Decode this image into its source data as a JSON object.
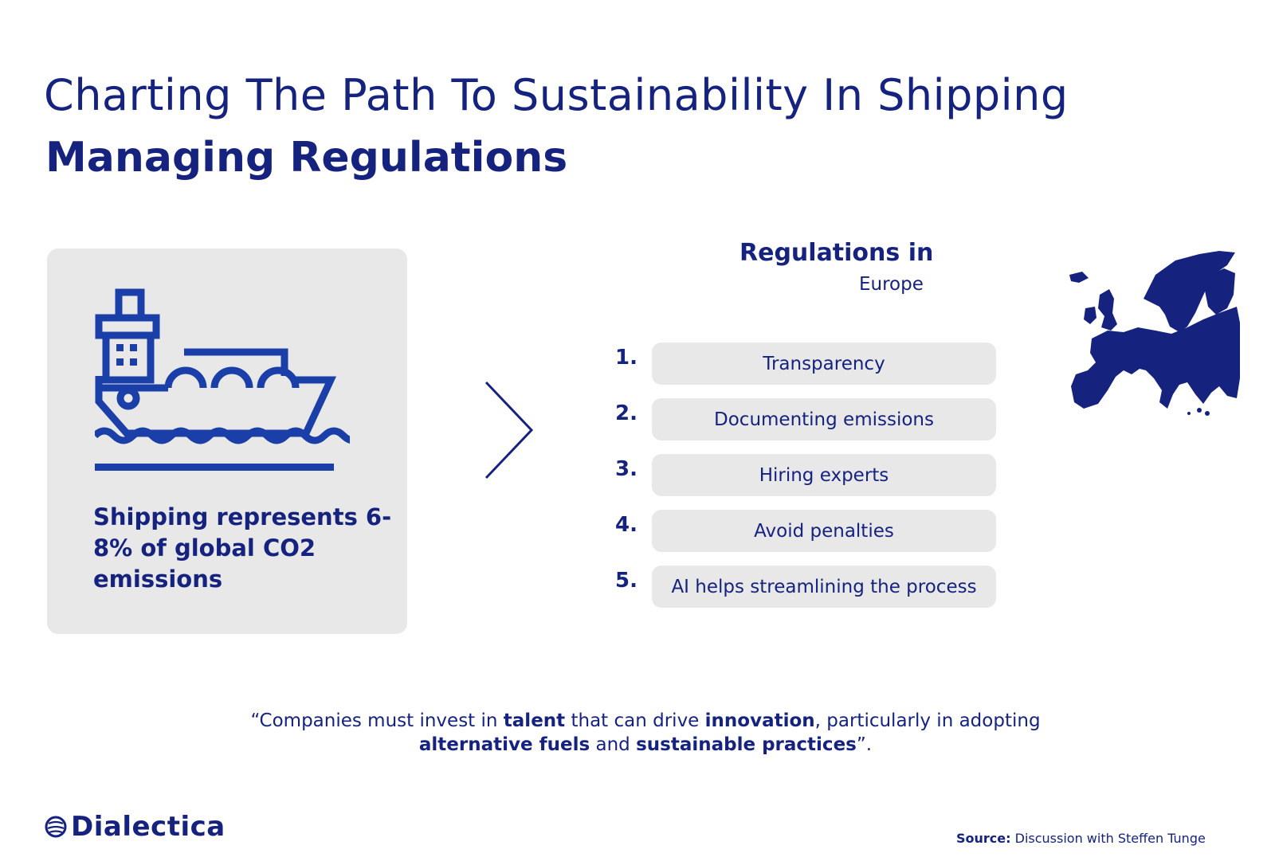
{
  "header": {
    "title": "Charting The Path To Sustainability In Shipping",
    "subtitle": "Managing Regulations"
  },
  "ship_card": {
    "icon": "cargo-ship-icon",
    "text": "Shipping represents 6-8% of global CO2 emissions"
  },
  "regulations": {
    "title": "Regulations in",
    "region": "Europe",
    "map_icon": "europe-map-icon",
    "items": [
      {
        "number": "1.",
        "label": "Transparency"
      },
      {
        "number": "2.",
        "label": "Documenting emissions"
      },
      {
        "number": "3.",
        "label": "Hiring experts"
      },
      {
        "number": "4.",
        "label": "Avoid penalties"
      },
      {
        "number": "5.",
        "label": "AI helps streamlining the process"
      }
    ]
  },
  "quote": {
    "open": "“Companies must invest in ",
    "b1": "talent",
    "t2": " that can drive ",
    "b2": "innovation",
    "t3": ", particularly in adopting ",
    "b3": "alternative fuels",
    "t4": " and ",
    "b4": "sustainable practices",
    "close": "”."
  },
  "footer": {
    "logo_text": "Dialectica",
    "source_label": "Source:",
    "source_text": " Discussion with Steffen Tunge"
  },
  "colors": {
    "navy": "#16237e",
    "card_gray": "#e8e8e8",
    "icon_blue": "#1b3fa8"
  }
}
